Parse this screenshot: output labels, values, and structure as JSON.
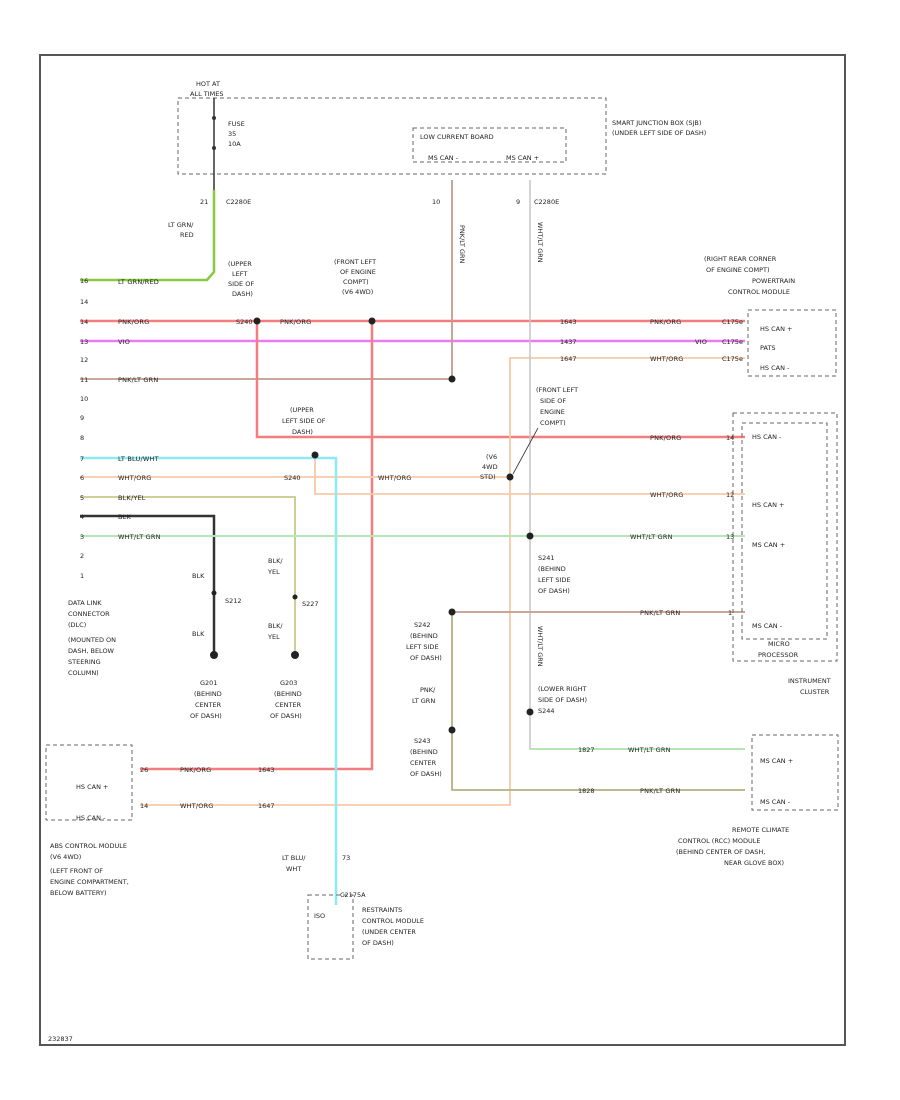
{
  "colors": {
    "red": "#f47e7e",
    "magenta": "#e97cf2",
    "orange": "#f8c9a8",
    "green_lt": "#b5e6b5",
    "cyan": "#8ee9f0",
    "olive": "#c6c98a",
    "green": "#89c93f",
    "black": "#333333",
    "brown": "#c49a8c"
  },
  "sjb": {
    "hot_at": "HOT AT",
    "all_times": "ALL TIMES",
    "fuse": "FUSE",
    "fuse_num": "35",
    "fuse_amp": "10A",
    "title1": "SMART JUNCTION BOX (SJB)",
    "title2": "(UNDER LEFT SIDE OF DASH)",
    "lcb": "LOW CURRENT BOARD",
    "ms_can_minus": "MS CAN -",
    "ms_can_plus": "MS CAN +"
  },
  "connectors": {
    "c2280e_left_pin": "21",
    "c2280e_left": "C2280E",
    "c2280e_mid_pin": "10",
    "c2280e_right_pin": "9",
    "c2280e_right": "C2280E"
  },
  "wires": {
    "lt_grn_red": "LT GRN/ RED",
    "lt_grn_red_h": "LT GRN/RED",
    "pnk_org": "PNK/ORG",
    "vio": "VIO",
    "pnk_lt_grn": "PNK/LT GRN",
    "wht_lt_grn": "WHT/LT GRN",
    "lt_blu_wht": "LT BLU/WHT",
    "wht_org": "WHT/ORG",
    "blk_yel": "BLK/YEL",
    "blk": "BLK",
    "blk_yel_v": "BLK/ YEL",
    "lt_blu_v": "LT BLU/ WHT",
    "pnk_lt_grn_v": "PNK/ LT GRN"
  },
  "dlc": {
    "pins": [
      "16",
      "14",
      "14",
      "13",
      "12",
      "11",
      "10",
      "9",
      "8",
      "7",
      "6",
      "5",
      "4",
      "3",
      "2",
      "1"
    ],
    "label": [
      "DATA LINK",
      "CONNECTOR",
      "(DLC)",
      "(MOUNTED ON",
      "DASH, BELOW",
      "STEERING",
      "COLUMN)"
    ],
    "s212": "S212",
    "s227": "S227",
    "g201": [
      "G201",
      "(BEHIND",
      "CENTER",
      "OF DASH)"
    ],
    "g203": [
      "G203",
      "(BEHIND",
      "CENTER",
      "OF DASH)"
    ]
  },
  "splices": {
    "upper_left_1": [
      "(UPPER",
      "LEFT",
      "SIDE OF",
      "DASH)"
    ],
    "front_left_engine": [
      "(FRONT LEFT",
      "OF ENGINE",
      "COMPT)",
      "(V6 4WD)"
    ],
    "upper_left_2": [
      "(UPPER",
      "LEFT SIDE OF",
      "DASH)"
    ],
    "s240": "S240",
    "front_left_side": [
      "(FRONT LEFT",
      "SIDE OF",
      "ENGINE",
      "COMPT)"
    ],
    "v6_4wd": [
      "(V6",
      "4WD",
      "STD)"
    ],
    "s241": [
      "S241",
      "(BEHIND",
      "LEFT SIDE",
      "OF DASH)"
    ],
    "s242": [
      "S242",
      "(BEHIND",
      "LEFT SIDE",
      "OF DASH)"
    ],
    "s243": [
      "S243",
      "(BEHIND",
      "CENTER",
      "OF DASH)"
    ],
    "s244": [
      "(LOWER RIGHT",
      "SIDE OF DASH)",
      "S244"
    ],
    "pnk_lt_grn": [
      "PNK/",
      "LT GRN"
    ]
  },
  "pcm": {
    "title": [
      "(RIGHT REAR CORNER",
      "OF ENGINE COMPT)",
      "POWERTRAIN",
      "CONTROL MODULE"
    ],
    "hs_can_plus": "HS CAN +",
    "pats": "PATS",
    "hs_can_minus": "HS CAN -",
    "pins": [
      "C175e",
      "C175e",
      "C175e"
    ],
    "wire_nums": [
      "1643",
      "1437",
      "1647"
    ]
  },
  "ic": {
    "title": [
      "INSTRUMENT",
      "CLUSTER"
    ],
    "hs_can_minus": "HS CAN -",
    "hs_can_plus": "HS CAN +",
    "ms_can_plus": "MS CAN +",
    "ms_can_minus": "MS CAN -",
    "micro": [
      "MICRO",
      "PROCESSOR"
    ],
    "pins": [
      "14",
      "12",
      "13",
      "1"
    ]
  },
  "abs": {
    "hs_can_plus": "HS CAN +",
    "hs_can_minus": "HS CAN -",
    "pins": [
      "26",
      "14"
    ],
    "wire_nums": [
      "1643",
      "1647"
    ],
    "label": [
      "ABS CONTROL MODULE",
      "(V6 4WD)",
      "(LEFT FRONT OF",
      "ENGINE COMPARTMENT,",
      "BELOW BATTERY)"
    ]
  },
  "rcm": {
    "pin": "C2175A",
    "pin_num": "73",
    "wire": "LT BLU/ WHT",
    "iso": "ISO",
    "label": [
      "RESTRAINTS",
      "CONTROL MODULE",
      "(UNDER CENTER",
      "OF DASH)"
    ]
  },
  "rcc": {
    "ms_can_plus": "MS CAN +",
    "ms_can_minus": "MS CAN -",
    "wire_nums": [
      "1827",
      "1828"
    ],
    "label": [
      "REMOTE CLIMATE",
      "CONTROL (RCC) MODULE",
      "(BEHIND CENTER OF DASH,",
      "NEAR GLOVE BOX)"
    ]
  },
  "footer": "232837"
}
